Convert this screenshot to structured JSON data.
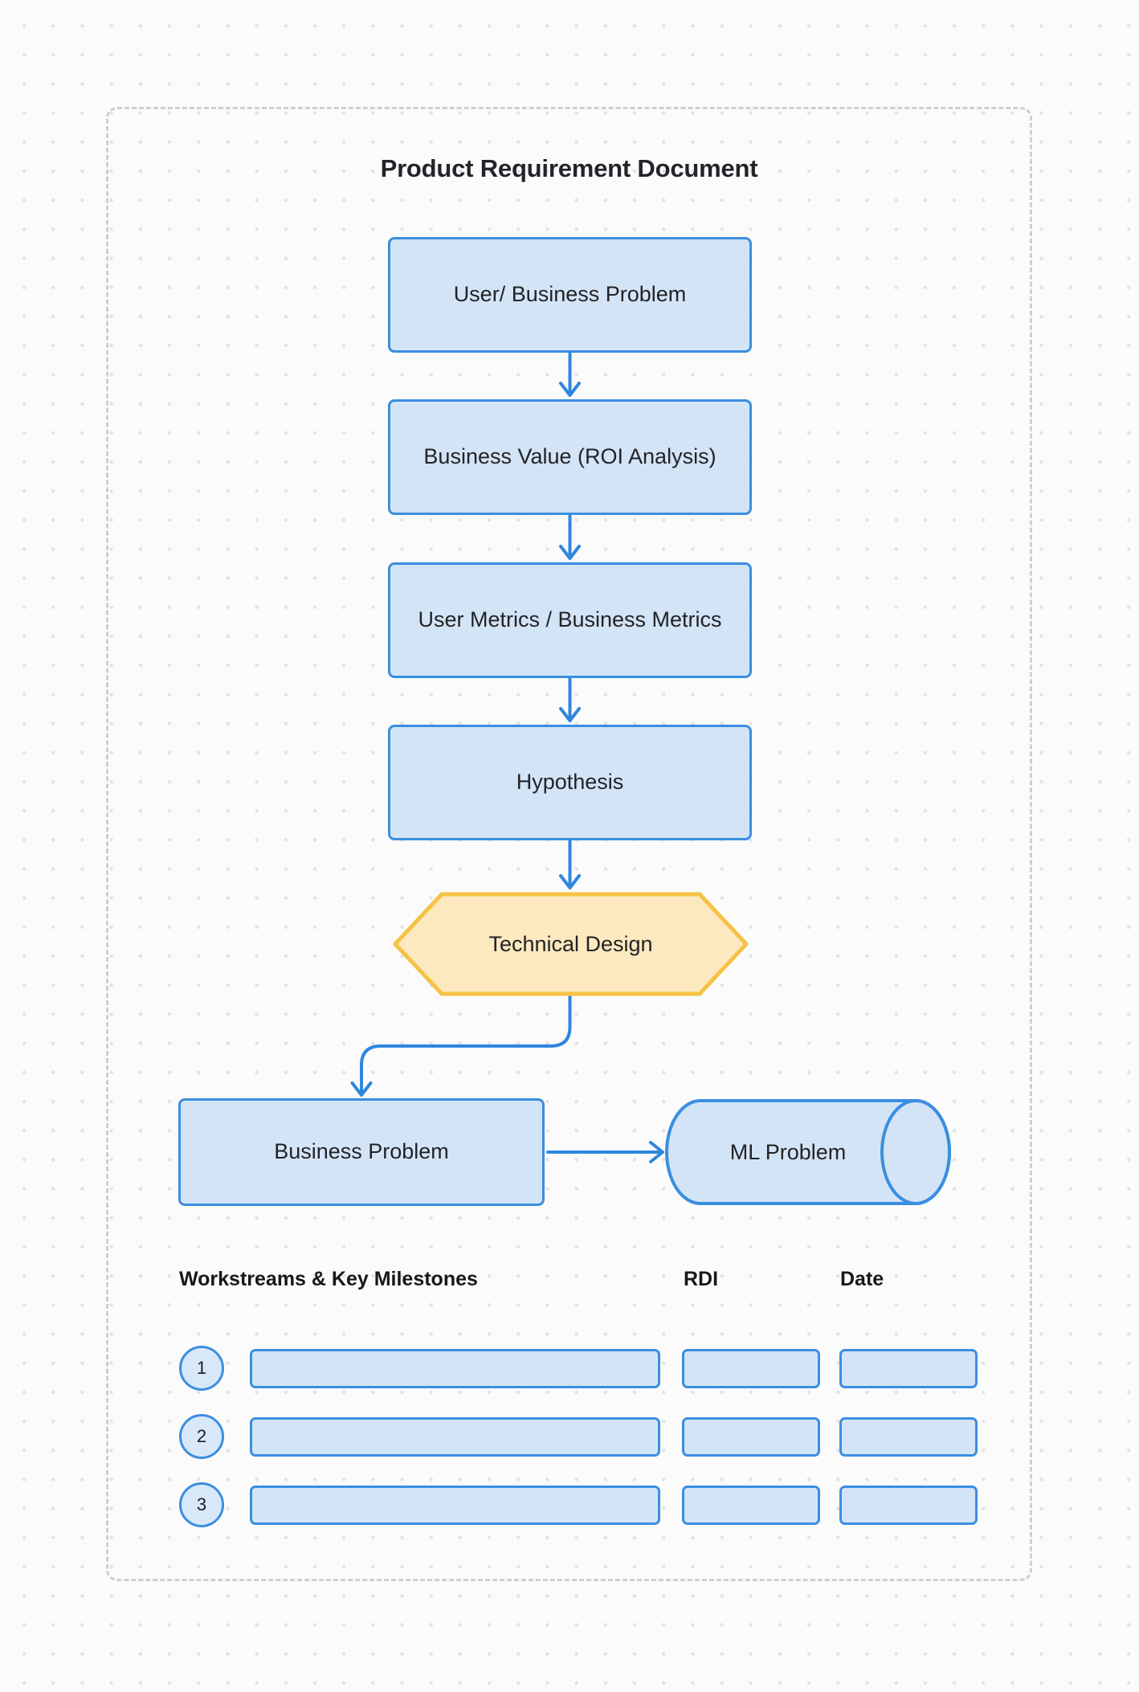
{
  "document": {
    "title": "Product Requirement Document"
  },
  "flow": {
    "nodes": [
      {
        "id": "user-business-problem",
        "label": "User/ Business Problem",
        "shape": "rect"
      },
      {
        "id": "business-value",
        "label": "Business Value (ROI Analysis)",
        "shape": "rect"
      },
      {
        "id": "user-metrics",
        "label": "User Metrics / Business Metrics",
        "shape": "rect"
      },
      {
        "id": "hypothesis",
        "label": "Hypothesis",
        "shape": "rect"
      },
      {
        "id": "technical-design",
        "label": "Technical Design",
        "shape": "hexagon"
      },
      {
        "id": "business-problem",
        "label": "Business Problem",
        "shape": "rect"
      },
      {
        "id": "ml-problem",
        "label": "ML Problem",
        "shape": "cylinder"
      }
    ],
    "edges": [
      {
        "from": "user-business-problem",
        "to": "business-value",
        "style": "straight-down"
      },
      {
        "from": "business-value",
        "to": "user-metrics",
        "style": "straight-down"
      },
      {
        "from": "user-metrics",
        "to": "hypothesis",
        "style": "straight-down"
      },
      {
        "from": "hypothesis",
        "to": "technical-design",
        "style": "straight-down"
      },
      {
        "from": "technical-design",
        "to": "business-problem",
        "style": "curved-down-left"
      },
      {
        "from": "business-problem",
        "to": "ml-problem",
        "style": "straight-right"
      }
    ]
  },
  "table": {
    "headers": {
      "workstreams": "Workstreams & Key Milestones",
      "rdi": "RDI",
      "date": "Date"
    },
    "rows": [
      {
        "number": "1",
        "workstream": "",
        "rdi": "",
        "date": ""
      },
      {
        "number": "2",
        "workstream": "",
        "rdi": "",
        "date": ""
      },
      {
        "number": "3",
        "workstream": "",
        "rdi": "",
        "date": ""
      }
    ]
  },
  "colors": {
    "node_fill": "#d4e4f7",
    "node_border": "#3b8ee0",
    "hexagon_fill": "#fde9bf",
    "hexagon_border": "#f5c344",
    "connector": "#2f86dd",
    "frame_border": "#cfcfd2",
    "text": "#222326",
    "canvas": "#fbfbfb",
    "dot_grid": "#e2e2e4"
  }
}
